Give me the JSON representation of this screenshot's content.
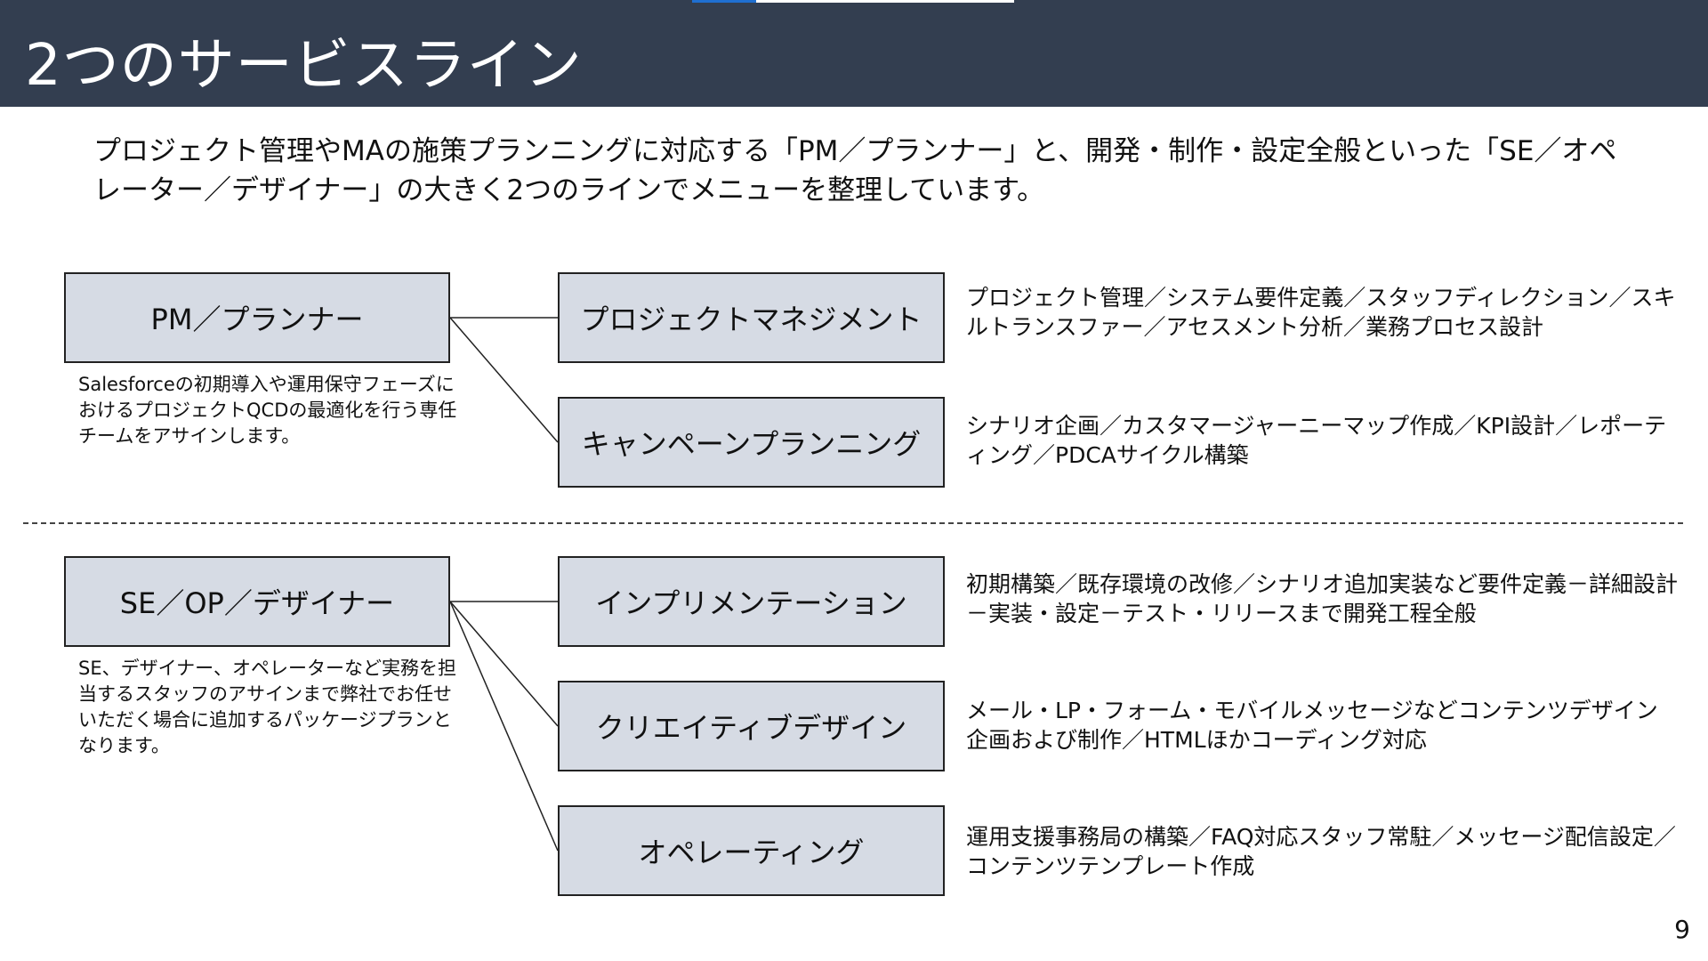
{
  "header": {
    "title": "2つのサービスライン"
  },
  "intro_text": "プロジェクト管理やMAの施策プランニングに対応する「PM／プランナー」と、開発・制作・設定全般といった「SE／オペレーター／デザイナー」の大きく2つのラインでメニューを整理しています。",
  "lines": [
    {
      "label": "PM／プランナー",
      "note": "Salesforceの初期導入や運用保守フェーズにおけるプロジェクトQCDの最適化を行う専任チームをアサインします。",
      "services": [
        {
          "label": "プロジェクトマネジメント",
          "description": "プロジェクト管理／システム要件定義／スタッフディレクション／スキルトランスファー／アセスメント分析／業務プロセス設計"
        },
        {
          "label": "キャンペーンプランニング",
          "description": "シナリオ企画／カスタマージャーニーマップ作成／KPI設計／レポーティング／PDCAサイクル構築"
        }
      ]
    },
    {
      "label": "SE／OP／デザイナー",
      "note": "SE、デザイナー、オペレーターなど実務を担当するスタッフのアサインまで弊社でお任せいただく場合に追加するパッケージプランとなります。",
      "services": [
        {
          "label": "インプリメンテーション",
          "description": "初期構築／既存環境の改修／シナリオ追加実装など要件定義－詳細設計－実装・設定－テスト・リリースまで開発工程全般"
        },
        {
          "label": "クリエイティブデザイン",
          "description": "メール・LP・フォーム・モバイルメッセージなどコンテンツデザイン企画および制作／HTMLほかコーディング対応"
        },
        {
          "label": "オペレーティング",
          "description": "運用支援事務局の構築／FAQ対応スタッフ常駐／メッセージ配信設定／コンテンツテンプレート作成"
        }
      ]
    }
  ],
  "page_number": "9",
  "colors": {
    "header_bg": "#333e50",
    "accent_blue": "#1f6fd1",
    "box_fill": "#d6dbe4",
    "box_border": "#222222"
  }
}
